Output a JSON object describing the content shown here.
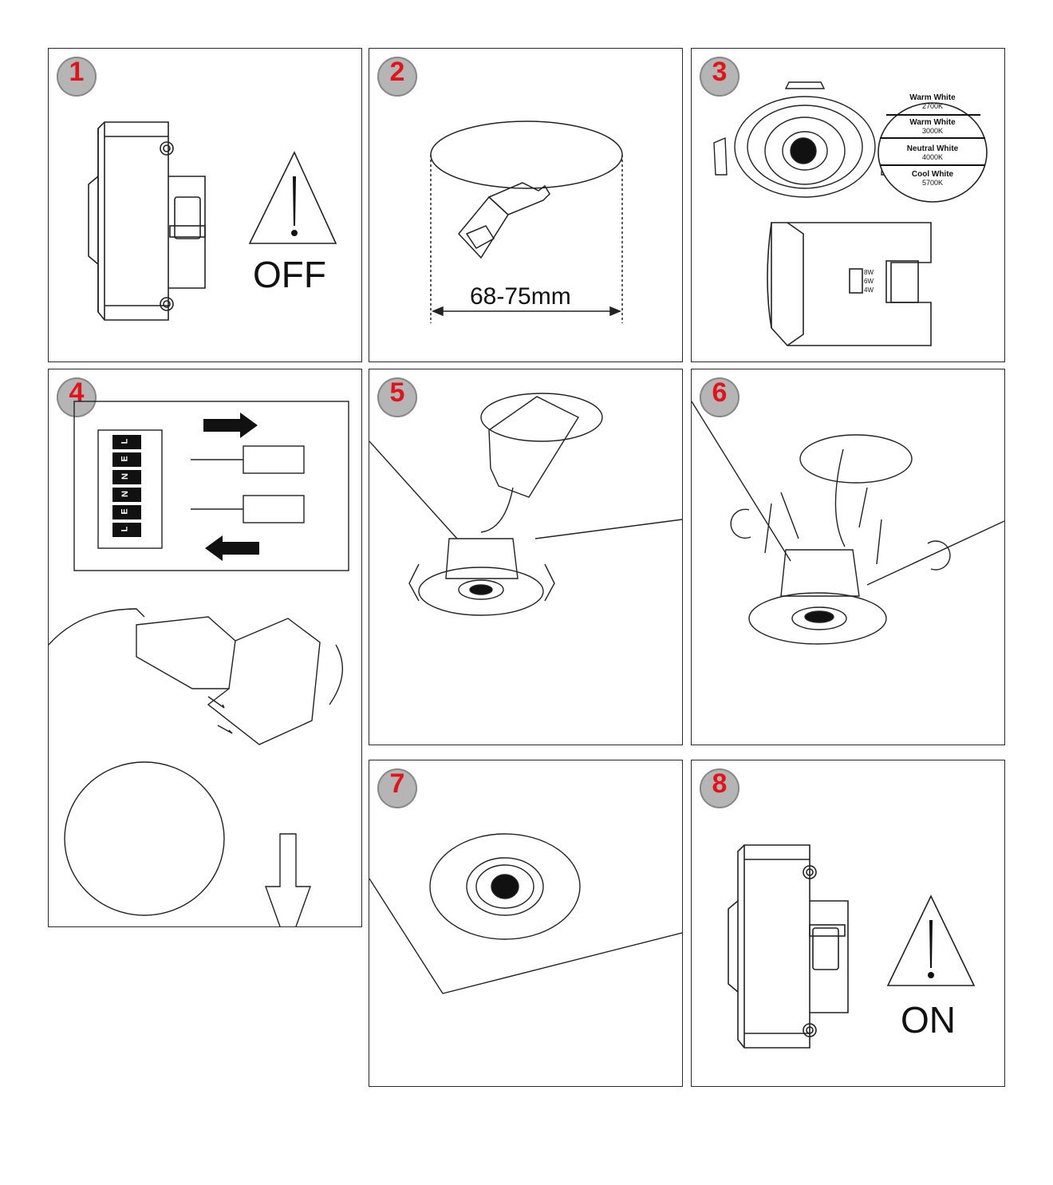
{
  "steps": [
    {
      "number": "1",
      "caption": "OFF"
    },
    {
      "number": "2",
      "dimension": "68-75mm"
    },
    {
      "number": "3",
      "color_temps": [
        {
          "name": "Warm White",
          "kelvin": "2700K"
        },
        {
          "name": "Warm White",
          "kelvin": "3000K"
        },
        {
          "name": "Neutral White",
          "kelvin": "4000K"
        },
        {
          "name": "Cool White",
          "kelvin": "5700K"
        }
      ],
      "wattages": [
        "8W",
        "6W",
        "4W"
      ]
    },
    {
      "number": "4",
      "terminal_labels": [
        "L",
        "E",
        "N",
        "N",
        "E",
        "L"
      ]
    },
    {
      "number": "5"
    },
    {
      "number": "6"
    },
    {
      "number": "7"
    },
    {
      "number": "8",
      "caption": "ON"
    }
  ],
  "colors": {
    "badge_fill": "#b5b5b5",
    "badge_text": "#e0141b",
    "line": "#2a2a2a"
  },
  "icons": [
    "circuit-breaker-icon",
    "warning-triangle-icon",
    "saw-icon",
    "downlight-icon",
    "terminal-block-icon",
    "arrow-icon"
  ]
}
